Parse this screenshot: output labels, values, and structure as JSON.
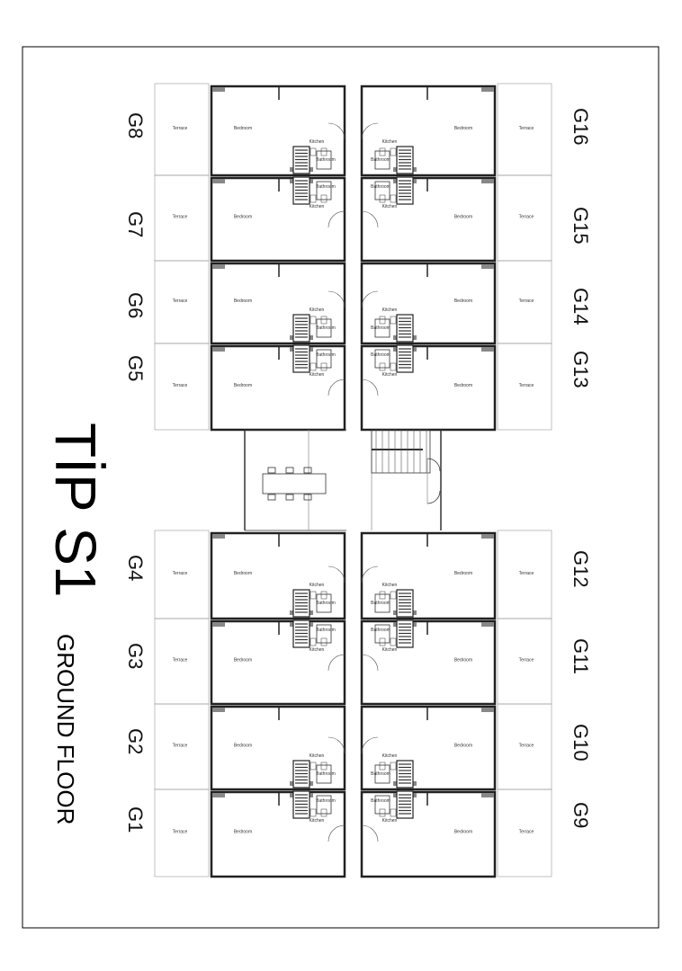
{
  "title": "TİP S1",
  "subtitle": "GROUND FLOOR",
  "rooms": {
    "terrace": "Terrace",
    "bedroom": "Bedroom",
    "kitchen": "Kitchen",
    "bathroom": "Bathroom"
  },
  "units_left": [
    "G8",
    "G7",
    "G6",
    "G5",
    "G4",
    "G3",
    "G2",
    "G1"
  ],
  "units_right": [
    "G16",
    "G15",
    "G14",
    "G13",
    "G12",
    "G11",
    "G10",
    "G9"
  ]
}
